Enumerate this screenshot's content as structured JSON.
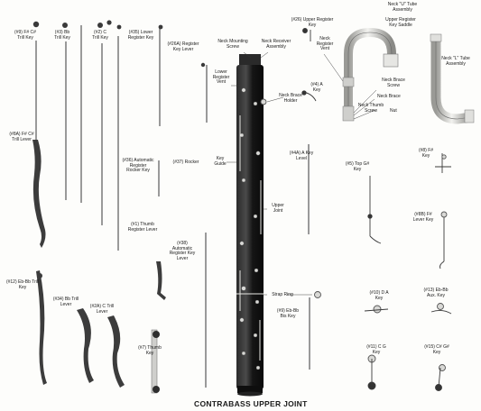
{
  "title": "CONTRABASS UPPER JOINT",
  "labels": {
    "l1": "(#9) F# C#\nTrill Key",
    "l2": "(#3) Bb\nTrill Key",
    "l3": "(#2) C\nTrill Key",
    "l4": "(#35) Lower\nRegister Key",
    "l5": "(#26A) Register\nKey Lever",
    "l6": "Neck Mounting\nScrew",
    "l7": "Neck Receiver\nAssembly",
    "l8": "(#26) Upper Register\nKey",
    "l9": "Neck\nRegister\nVent",
    "l10": "Neck \"U\" Tube\nAssembly",
    "l11": "Upper Register\nKey Saddle",
    "l12": "Neck \"L\" Tube\nAssembly",
    "l13": "Lower\nRegister\nVent",
    "l14": "(#4) A\nKey",
    "l15": "Neck Brace\nHolder",
    "l16": "Neck Brace\nScrew",
    "l17": "Neck Brace",
    "l18": "Neck Thumb\nScrew",
    "l19": "Nut",
    "l20": "(#8A) F# C#\nTrill Lever",
    "l21": "(#36) Automatic\nRegister\nRocker Key",
    "l22": "(#37) Rocker",
    "l23": "Key\nGuide",
    "l24": "(#4A) A Key\nLevel",
    "l25": "(#5) Top G#\nKey",
    "l26": "(#8) F#\nKey",
    "l27": "Upper\nJoint",
    "l28": "(#8B) F#\nLever Key",
    "l29": "(#1) Thumb\nRegister Lever",
    "l30": "(#38)\nAutomatic\nRegister Key\nLever",
    "l31": "(#12) Eb-Bb Trill\nKey",
    "l32": "(#34) Bb Trill\nLever",
    "l33": "(#2A) C Trill\nLever",
    "l34": "Strap Ring",
    "l35": "(#9) Eb-Bb\nBis Key",
    "l36": "(#10) D A\nKey",
    "l37": "(#13) Eb-Bb\nAux. Key",
    "l38": "(#7) Thumb\nKey",
    "l39": "(#11) C G\nKey",
    "l40": "(#15) C# G#\nKey"
  },
  "colors": {
    "ink": "#1a1a1a",
    "body": "#141414",
    "metal": "#d9d9d6",
    "paper": "#fdfdfb"
  }
}
